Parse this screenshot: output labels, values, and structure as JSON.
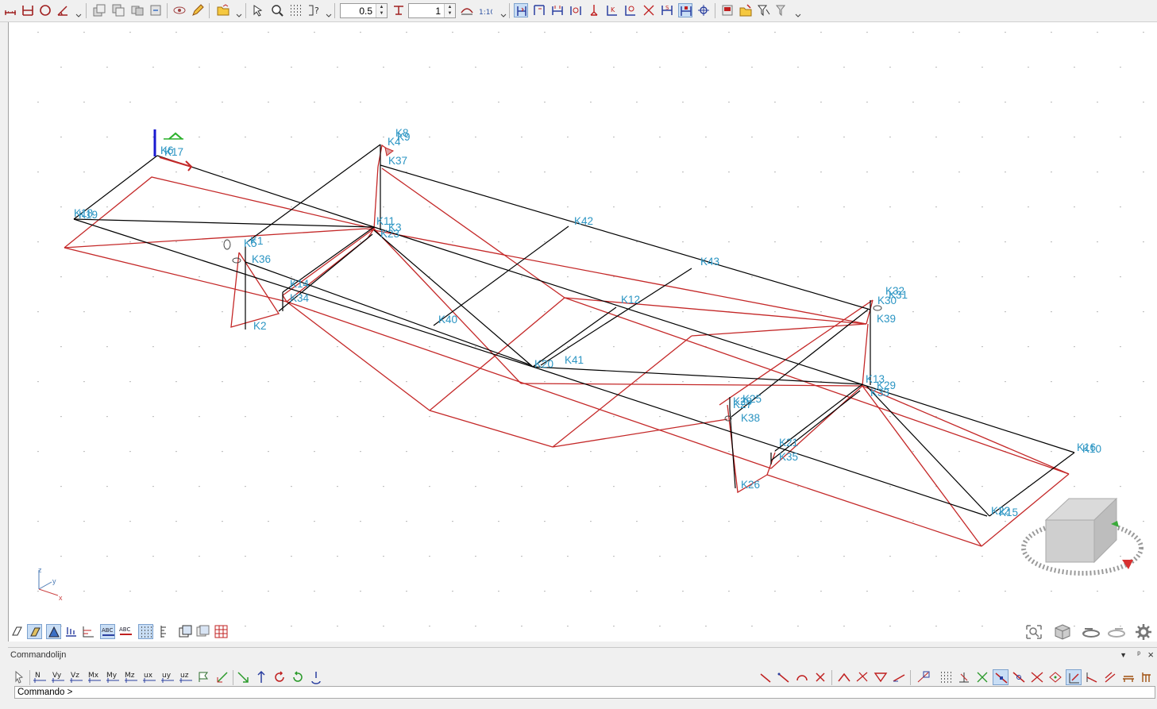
{
  "toolbar": {
    "scale_value": "0.5",
    "step_value": "1"
  },
  "viewport": {
    "nodes": [
      {
        "label": "K8"
      },
      {
        "label": "K9"
      },
      {
        "label": "K4"
      },
      {
        "label": "K37"
      },
      {
        "label": "K6"
      },
      {
        "label": "K17"
      },
      {
        "label": "K18"
      },
      {
        "label": "K19"
      },
      {
        "label": "K11"
      },
      {
        "label": "K3"
      },
      {
        "label": "K23"
      },
      {
        "label": "K5"
      },
      {
        "label": "K1"
      },
      {
        "label": "K36"
      },
      {
        "label": "K14"
      },
      {
        "label": "K34"
      },
      {
        "label": "K2"
      },
      {
        "label": "K42"
      },
      {
        "label": "K43"
      },
      {
        "label": "K40"
      },
      {
        "label": "K12"
      },
      {
        "label": "K20"
      },
      {
        "label": "K41"
      },
      {
        "label": "K32"
      },
      {
        "label": "K30"
      },
      {
        "label": "K31"
      },
      {
        "label": "K39"
      },
      {
        "label": "K13"
      },
      {
        "label": "K29"
      },
      {
        "label": "K33"
      },
      {
        "label": "K28"
      },
      {
        "label": "K25"
      },
      {
        "label": "K27"
      },
      {
        "label": "K38"
      },
      {
        "label": "K21"
      },
      {
        "label": "K35"
      },
      {
        "label": "K26"
      },
      {
        "label": "K16"
      },
      {
        "label": "K10"
      },
      {
        "label": "K22"
      },
      {
        "label": "K15"
      }
    ],
    "axis_labels": {
      "z": "z",
      "y": "y",
      "x": "x"
    }
  },
  "command_panel": {
    "title": "Commandolijn",
    "tools": [
      "N",
      "Vy",
      "Vz",
      "Mx",
      "My",
      "Mz",
      "ux",
      "uy",
      "uz"
    ],
    "prompt": "Commando >"
  },
  "colors": {
    "structure": "#000000",
    "deformed": "#c42828",
    "node_label": "#2b95c3",
    "toggle_active": "#c9def5"
  }
}
